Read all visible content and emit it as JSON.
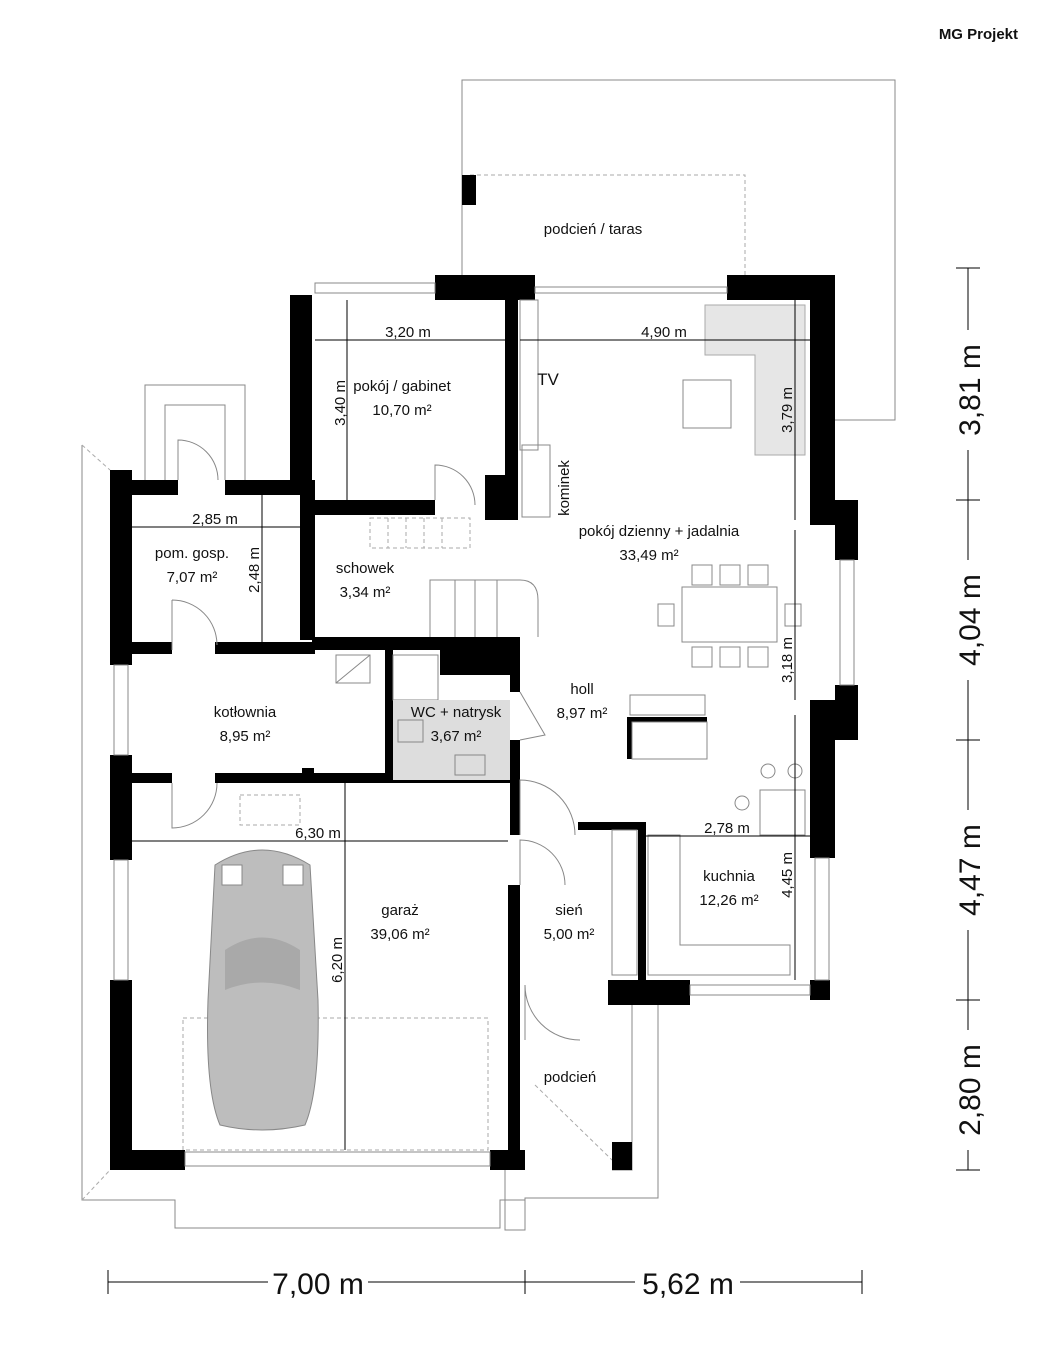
{
  "logo": "MG Projekt",
  "rooms": {
    "taras": {
      "name": "podcień / taras"
    },
    "gabinet": {
      "name": "pokój / gabinet",
      "area": "10,70 m²"
    },
    "dzienny": {
      "name": "pokój dzienny + jadalnia",
      "area": "33,49 m²"
    },
    "gosp": {
      "name": "pom. gosp.",
      "area": "7,07 m²"
    },
    "schowek": {
      "name": "schowek",
      "area": "3,34 m²"
    },
    "kotlownia": {
      "name": "kotłownia",
      "area": "8,95 m²"
    },
    "wc": {
      "name": "WC + natrysk",
      "area": "3,67 m²"
    },
    "holl": {
      "name": "holl",
      "area": "8,97 m²"
    },
    "kuchnia": {
      "name": "kuchnia",
      "area": "12,26 m²"
    },
    "garaz": {
      "name": "garaż",
      "area": "39,06 m²"
    },
    "sien": {
      "name": "sień",
      "area": "5,00 m²"
    },
    "podcien": {
      "name": "podcień"
    }
  },
  "labels": {
    "tv": "TV",
    "kominek": "kominek"
  },
  "dims": {
    "gabinet_w": "3,20 m",
    "gabinet_h": "3,40 m",
    "dzienny_w": "4,90 m",
    "dzienny_h": "3,79 m",
    "gosp_w": "2,85 m",
    "gosp_h": "2,48 m",
    "dining_h": "3,18 m",
    "garaz_w": "6,30 m",
    "garaz_h": "6,20 m",
    "kuchnia_w": "2,78 m",
    "kuchnia_h": "4,45 m"
  },
  "overall": {
    "bottom": [
      "7,00 m",
      "5,62 m"
    ],
    "right": [
      "3,81 m",
      "4,04 m",
      "4,47 m",
      "2,80 m"
    ]
  }
}
